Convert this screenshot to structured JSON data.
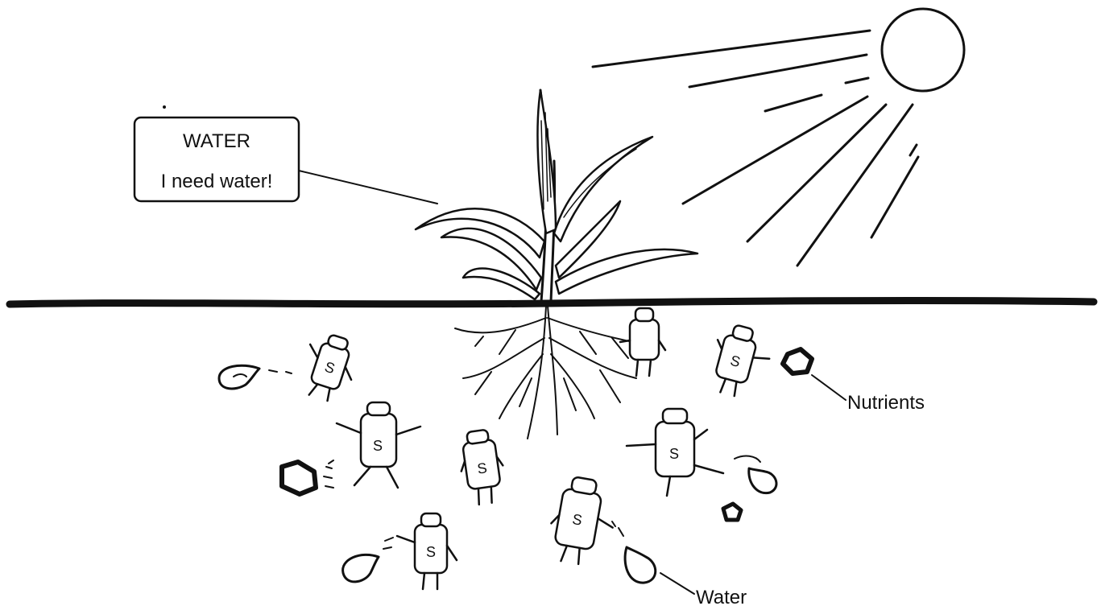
{
  "speech_box": {
    "line1": "WATER",
    "line2": "I need water!"
  },
  "labels": {
    "nutrients": "Nutrients",
    "water": "Water"
  },
  "salt_letter": "S",
  "colors": {
    "ink": "#111111",
    "background": "#ffffff"
  }
}
